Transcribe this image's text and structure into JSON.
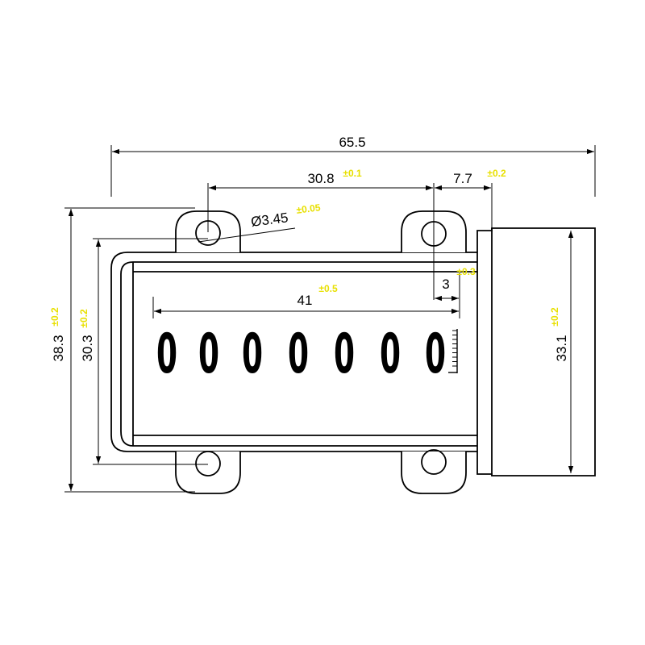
{
  "dimensions": {
    "overall_width": {
      "value": "65.5"
    },
    "hole_spacing": {
      "value": "30.8",
      "tolerance": "±0.1"
    },
    "right_offset": {
      "value": "7.7",
      "tolerance": "±0.2"
    },
    "hole_diameter": {
      "value": "Ø3.45",
      "tolerance": "±0.05"
    },
    "edge_offset": {
      "value": "3",
      "tolerance": "±0.3"
    },
    "window_width": {
      "value": "41",
      "tolerance": "±0.5"
    },
    "overall_height": {
      "value": "38.3",
      "tolerance": "±0.2"
    },
    "hole_height": {
      "value": "30.3",
      "tolerance": "±0.2"
    },
    "right_height": {
      "value": "33.1",
      "tolerance": "±0.2"
    }
  },
  "display": {
    "digits": [
      "0",
      "0",
      "0",
      "0",
      "0",
      "0",
      "0"
    ]
  },
  "colors": {
    "line": "#000000",
    "tolerance": "#e8e000",
    "background": "#ffffff"
  }
}
